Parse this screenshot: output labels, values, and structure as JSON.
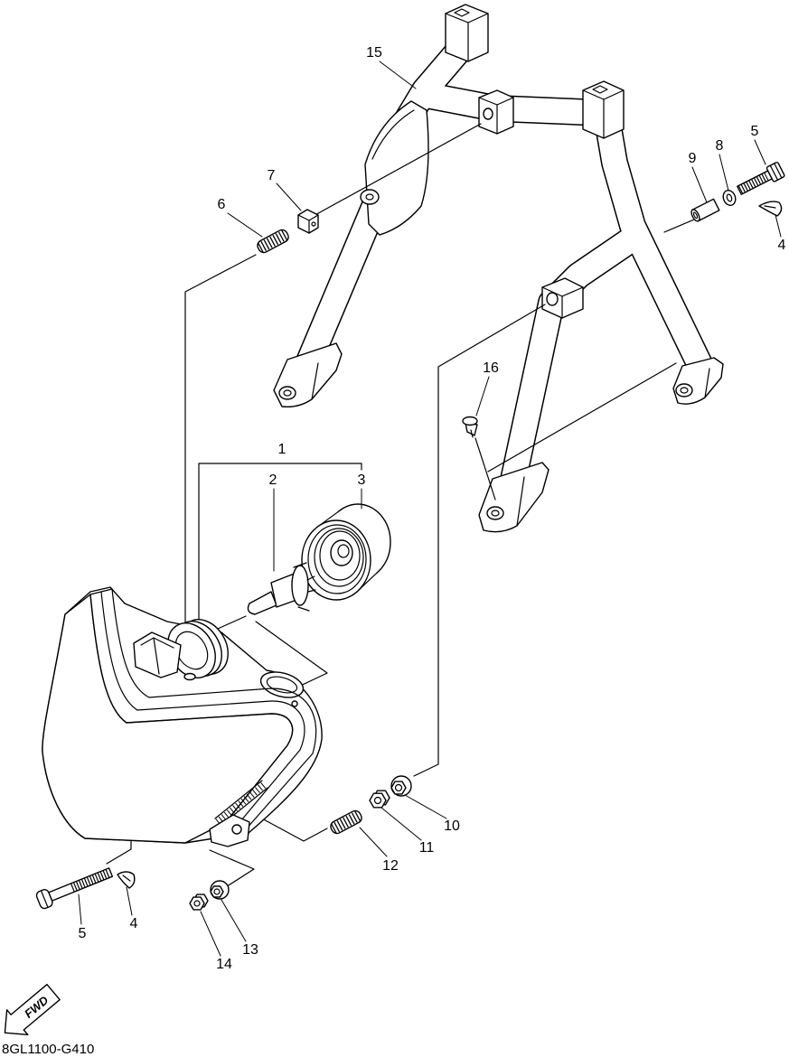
{
  "callouts": [
    "15",
    "7",
    "6",
    "9",
    "8",
    "5",
    "4",
    "16",
    "1",
    "2",
    "3",
    "10",
    "11",
    "12",
    "5",
    "4",
    "14",
    "13"
  ],
  "fwd_label": "FWD",
  "diagram_code": "8GL1100-G410"
}
